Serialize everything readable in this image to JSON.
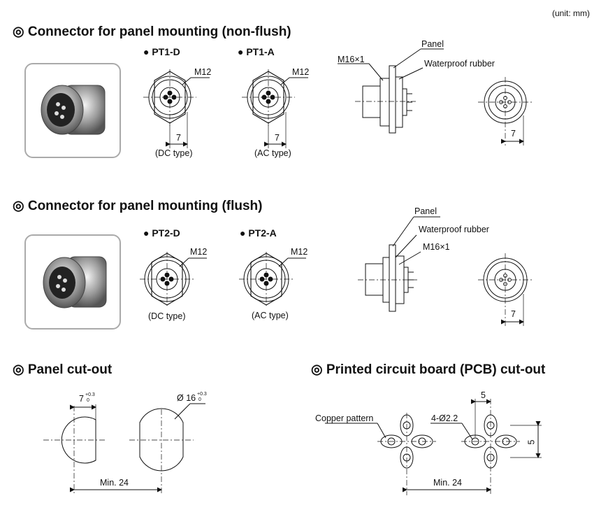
{
  "unit_note": "(unit: mm)",
  "sections": {
    "non_flush": {
      "title": "◎ Connector for panel mounting (non-flush)",
      "models": [
        {
          "name": "● PT1-D",
          "thread": "M12",
          "dim": "7",
          "type": "(DC type)"
        },
        {
          "name": "● PT1-A",
          "thread": "M12",
          "dim": "7",
          "type": "(AC type)"
        }
      ],
      "side": {
        "thread": "M16×1",
        "panel": "Panel",
        "rubber": "Waterproof rubber"
      },
      "rear_dim": "7"
    },
    "flush": {
      "title": "◎ Connector for panel mounting (flush)",
      "models": [
        {
          "name": "● PT2-D",
          "thread": "M12",
          "type": "(DC type)"
        },
        {
          "name": "● PT2-A",
          "thread": "M12",
          "type": "(AC type)"
        }
      ],
      "side": {
        "thread": "M16×1",
        "panel": "Panel",
        "rubber": "Waterproof rubber"
      },
      "rear_dim": "7"
    },
    "panel_cutout": {
      "title": "◎ Panel cut-out",
      "width_label": "7",
      "width_tol_upper": "+0.3",
      "width_tol_lower": "0",
      "dia_label": "Ø 16",
      "dia_tol_upper": "+0.3",
      "dia_tol_lower": "0",
      "spacing": "Min. 24"
    },
    "pcb_cutout": {
      "title": "◎ Printed circuit board (PCB) cut-out",
      "copper": "Copper pattern",
      "holes": "4-Ø2.2",
      "pitch_h": "5",
      "pitch_v": "5",
      "spacing": "Min. 24"
    }
  }
}
